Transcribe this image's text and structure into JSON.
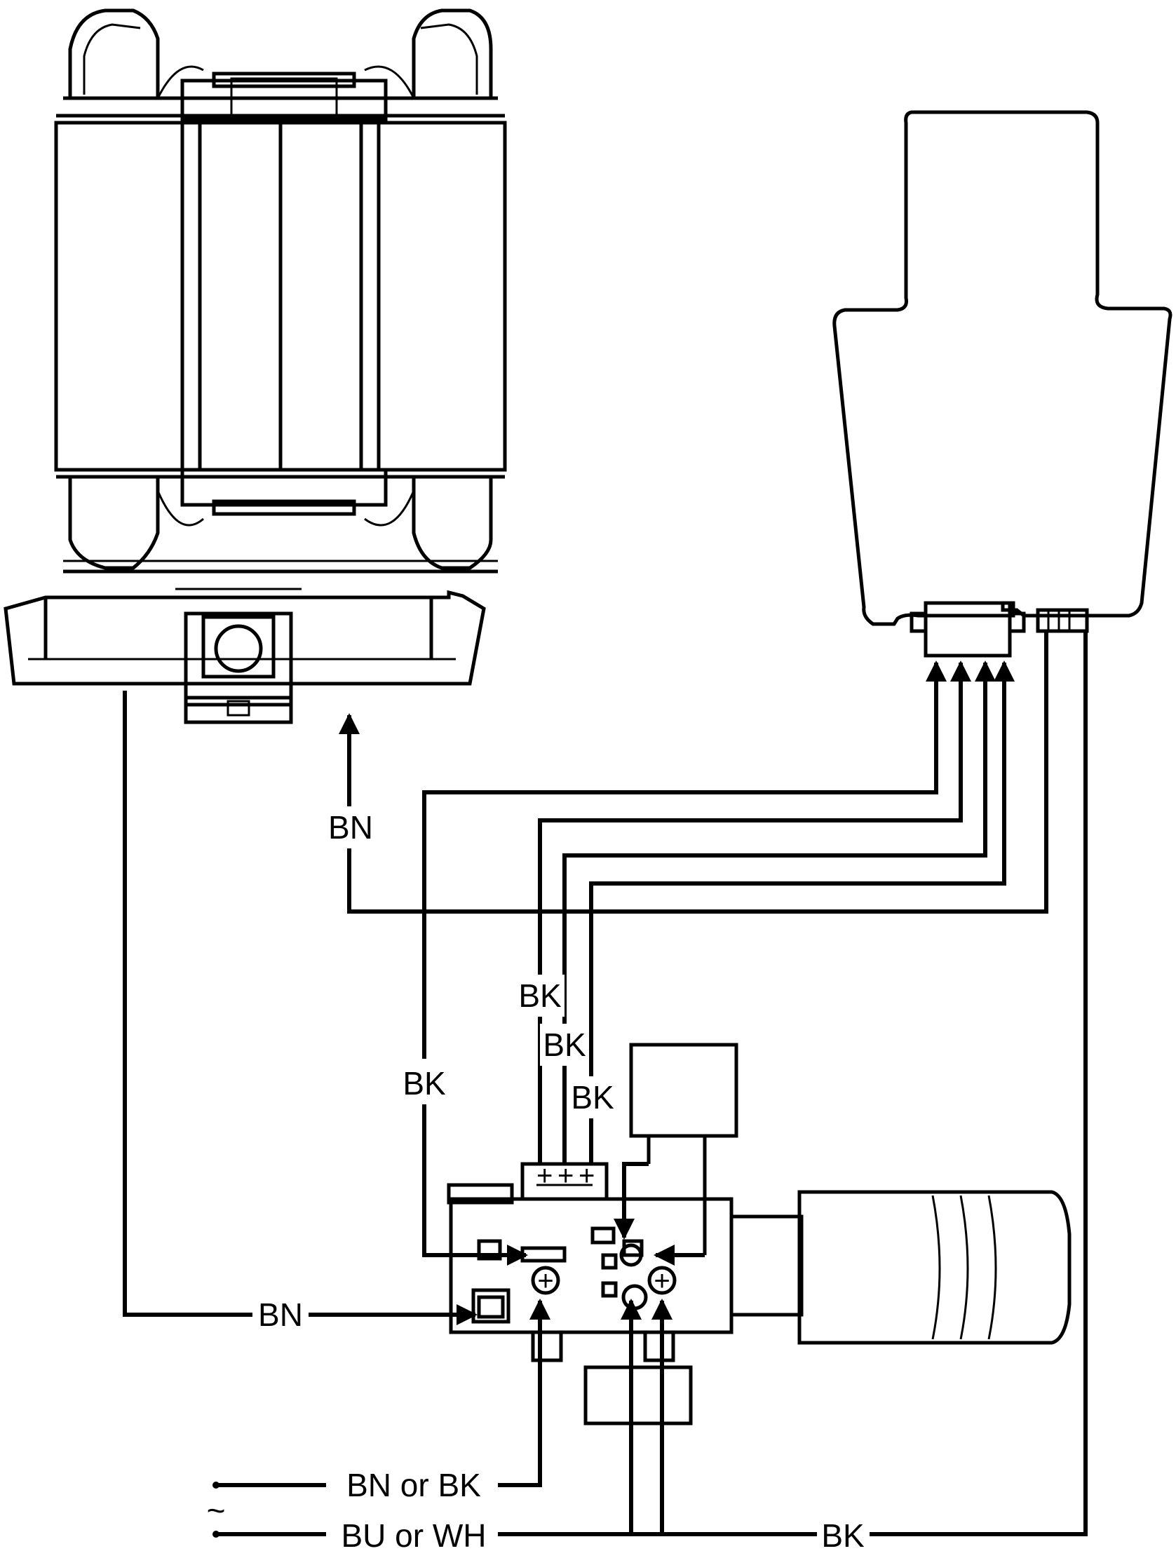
{
  "wire_labels": {
    "bn_left": "BN",
    "bn_bottom": "BN",
    "bk_far": "BK",
    "bk_1": "BK",
    "bk_2": "BK",
    "bk_3": "BK",
    "bk_supply": "BK",
    "supply_live": "BN or BK",
    "supply_neutral": "BU or WH",
    "ac_symbol": "~"
  },
  "plus_signs": {
    "terminal_left": "+",
    "terminal_right": "+",
    "connector_1": "+",
    "connector_2": "+",
    "connector_3": "+"
  }
}
